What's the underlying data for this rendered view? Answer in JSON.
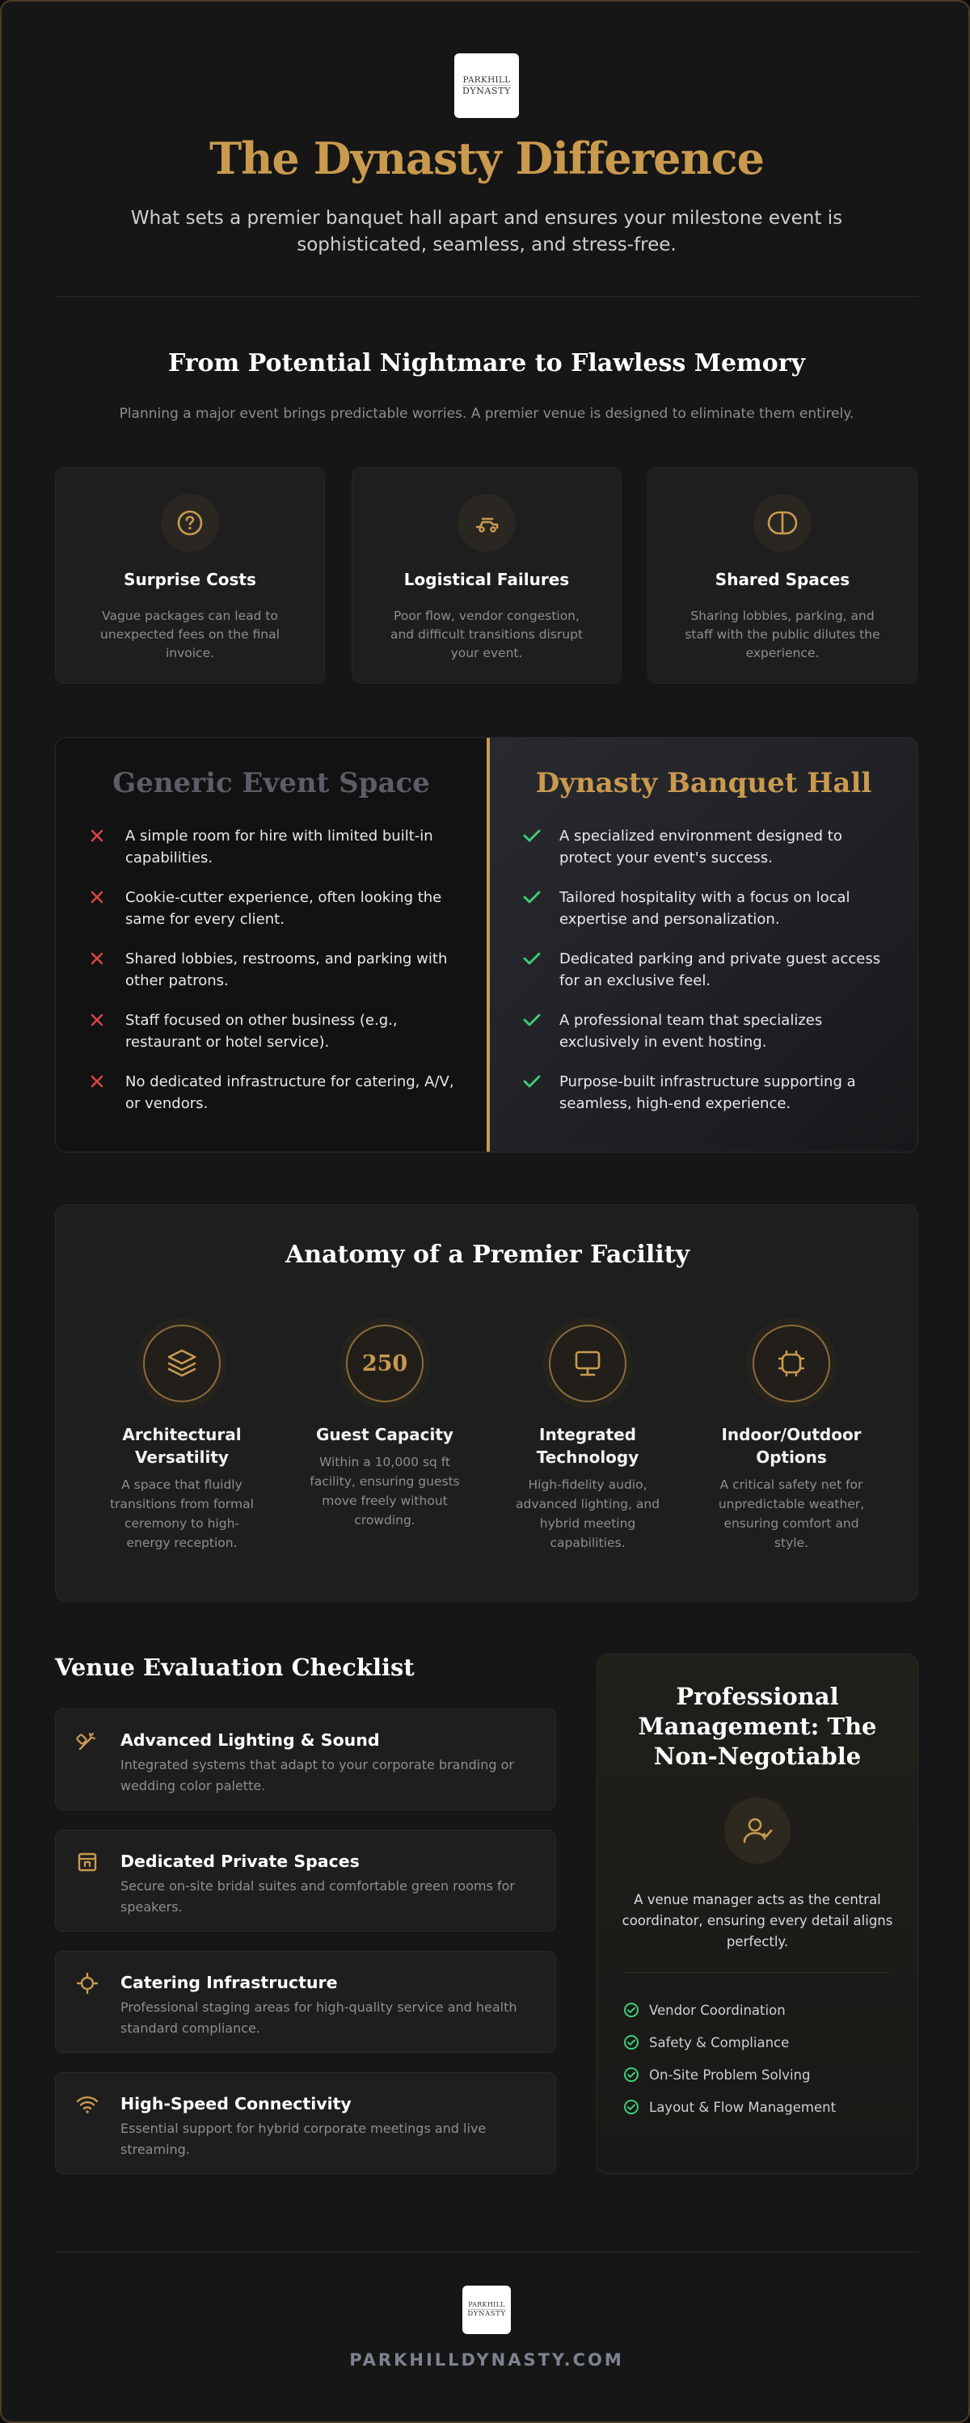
{
  "brand": {
    "logo_line1": "PARKHILL",
    "logo_line2": "DYNASTY",
    "site": "PARKHILLDYNASTY.COM"
  },
  "hero": {
    "title": "The Dynasty Difference",
    "subtitle": "What sets a premier banquet hall apart and ensures your milestone event is sophisticated, seamless, and stress-free."
  },
  "problems": {
    "title": "From Potential Nightmare to Flawless Memory",
    "intro": "Planning a major event brings predictable worries. A premier venue is designed to eliminate them entirely.",
    "cards": [
      {
        "icon": "question-coin-icon",
        "title": "Surprise Costs",
        "text": "Vague packages can lead to unexpected fees on the final invoice."
      },
      {
        "icon": "truck-icon",
        "title": "Logistical Failures",
        "text": "Poor flow, vendor congestion, and difficult transitions disrupt your event."
      },
      {
        "icon": "split-space-icon",
        "title": "Shared Spaces",
        "text": "Sharing lobbies, parking, and staff with the public dilutes the experience."
      }
    ]
  },
  "comparison": {
    "left_title": "Generic Event Space",
    "right_title": "Dynasty Banquet Hall",
    "left_items": [
      "A simple room for hire with limited built-in capabilities.",
      "Cookie-cutter experience, often looking the same for every client.",
      "Shared lobbies, restrooms, and parking with other patrons.",
      "Staff focused on other business (e.g., restaurant or hotel service).",
      "No dedicated infrastructure for catering, A/V, or vendors."
    ],
    "right_items": [
      "A specialized environment designed to protect your event's success.",
      "Tailored hospitality with a focus on local expertise and personalization.",
      "Dedicated parking and private guest access for an exclusive feel.",
      "A professional team that specializes exclusively in event hosting.",
      "Purpose-built infrastructure supporting a seamless, high-end experience."
    ],
    "colors": {
      "cross": "#d94545",
      "check": "#3ecf7a",
      "accent": "#c99a4e"
    }
  },
  "anatomy": {
    "title": "Anatomy of a Premier Facility",
    "features": [
      {
        "icon": "layers-icon",
        "title": "Architectural Versatility",
        "text": "A space that fluidly transitions from formal ceremony to high-energy reception."
      },
      {
        "icon": "capacity-number",
        "value": "250",
        "title": "Guest Capacity",
        "text": "Within a 10,000 sq ft facility, ensuring guests move freely without crowding."
      },
      {
        "icon": "monitor-icon",
        "title": "Integrated Technology",
        "text": "High-fidelity audio, advanced lighting, and hybrid meeting capabilities."
      },
      {
        "icon": "indoor-outdoor-icon",
        "title": "Indoor/Outdoor Options",
        "text": "A critical safety net for unpredictable weather, ensuring comfort and style."
      }
    ]
  },
  "checklist": {
    "title": "Venue Evaluation Checklist",
    "items": [
      {
        "icon": "lighting-wand-icon",
        "title": "Advanced Lighting & Sound",
        "text": "Integrated systems that adapt to your corporate branding or wedding color palette."
      },
      {
        "icon": "private-room-icon",
        "title": "Dedicated Private Spaces",
        "text": "Secure on-site bridal suites and comfortable green rooms for speakers."
      },
      {
        "icon": "catering-icon",
        "title": "Catering Infrastructure",
        "text": "Professional staging areas for high-quality service and health standard compliance."
      },
      {
        "icon": "wifi-icon",
        "title": "High-Speed Connectivity",
        "text": "Essential support for hybrid corporate meetings and live streaming."
      }
    ]
  },
  "management": {
    "title": "Professional Management: The Non-Negotiable",
    "icon": "user-check-icon",
    "text": "A venue manager acts as the central coordinator, ensuring every detail aligns perfectly.",
    "items": [
      "Vendor Coordination",
      "Safety & Compliance",
      "On-Site Problem Solving",
      "Layout & Flow Management"
    ]
  }
}
